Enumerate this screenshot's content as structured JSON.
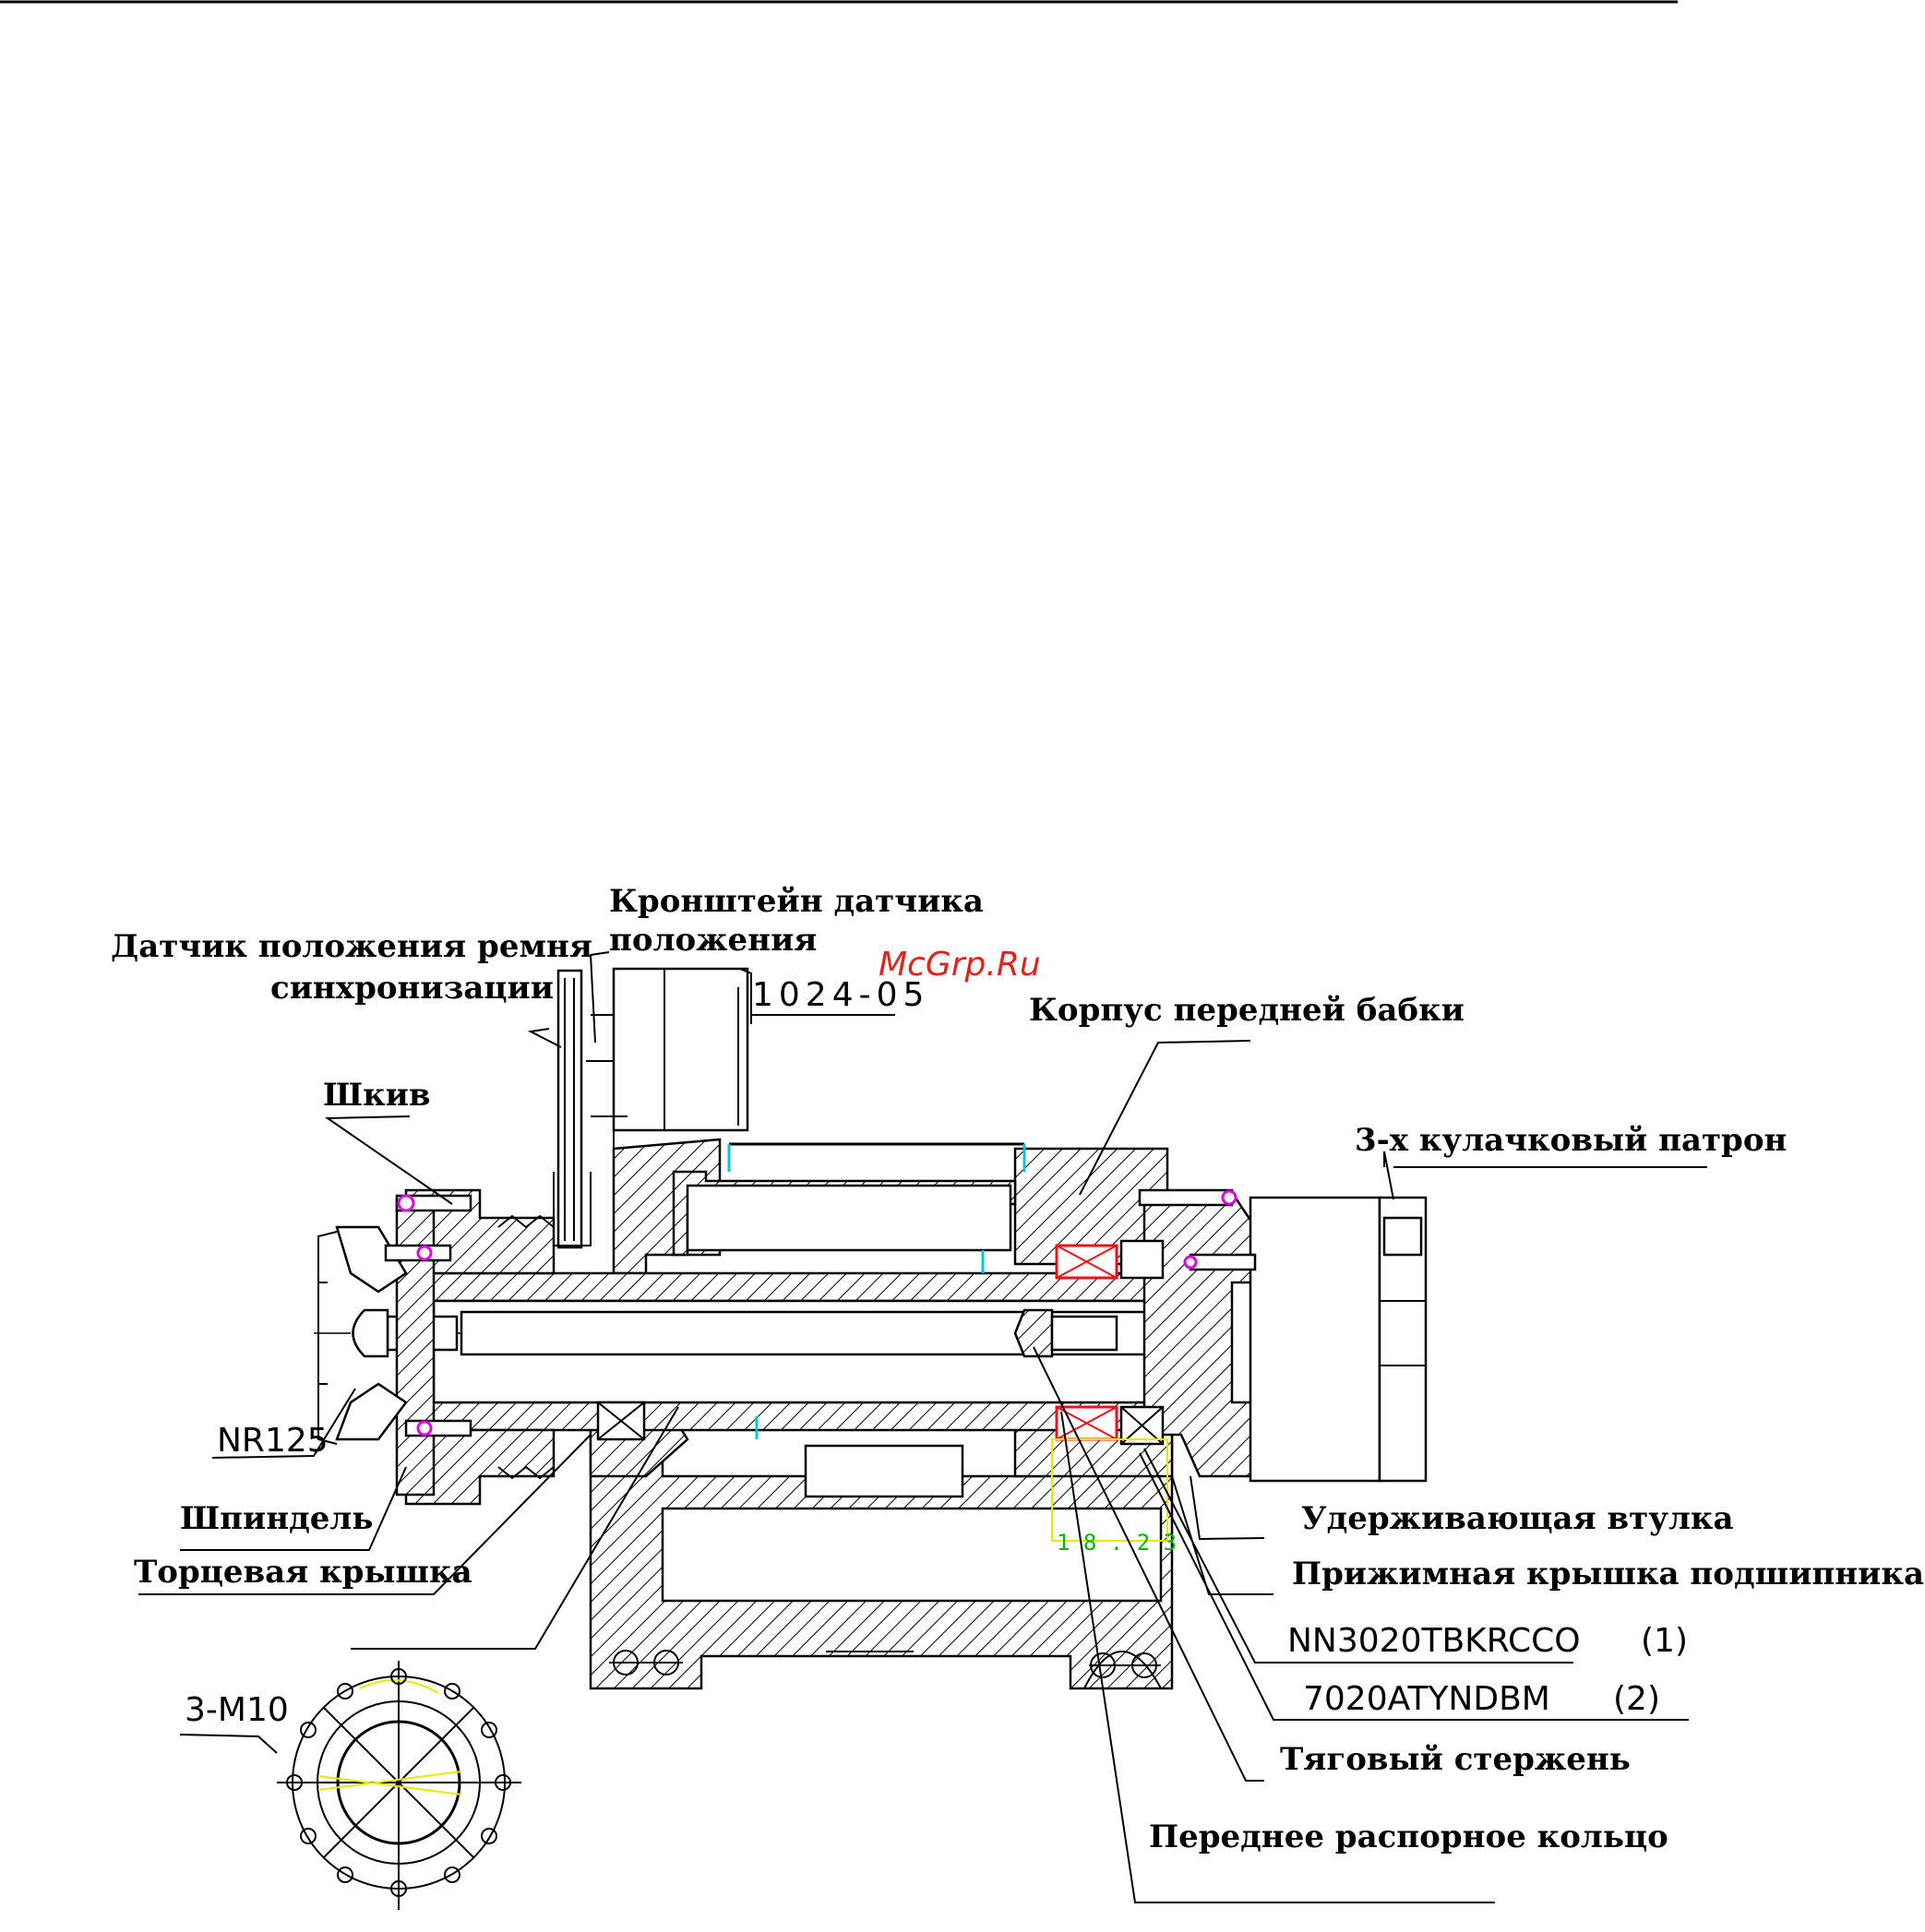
{
  "watermark": "McGrp.Ru",
  "drawing_code": "1024-05",
  "labels": {
    "bracket_line1": "Кронштейн датчика",
    "bracket_line2": "положения",
    "sensor_line1": "Датчик положения ремня",
    "sensor_line2": "синхронизации",
    "housing": "Корпус передней бабки",
    "pulley": "Шкив",
    "chuck": "3-х кулачковый патрон",
    "nut": "NR125",
    "spindle": "Шпиндель",
    "end_cover": "Торцевая крышка",
    "retaining_sleeve": "Удерживающая втулка",
    "bearing_cover": "Прижимная крышка подшипника",
    "bearing1": "NN3020TBKRCCO",
    "bearing1_num": "(1)",
    "bearing2": "7020ATYNDBM",
    "bearing2_num": "(2)",
    "draw_bar": "Тяговый стержень",
    "spacer_ring": "Переднее распорное кольцо",
    "bolts": "3-M10"
  },
  "colors": {
    "watermark": "#e0241b",
    "line": "#000000",
    "bearing": "#e8141b",
    "screw_accent": "#00c8e0",
    "magenta": "#e000e0",
    "green": "#00b800",
    "yellow": "#e8e800"
  }
}
